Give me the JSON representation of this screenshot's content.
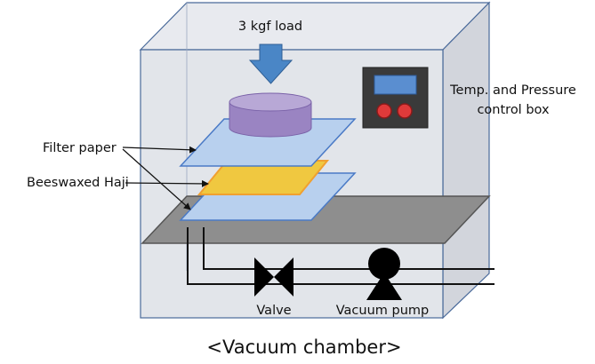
{
  "title": "<Vacuum chamber>",
  "labels": {
    "load": "3 kgf load",
    "filter_paper": "Filter paper",
    "beeswaxed_haji": "Beeswaxed Haji",
    "control_box_line1": "Temp. and Pressure",
    "control_box_line2": "control box",
    "valve": "Valve",
    "vacuum_pump": "Vacuum pump"
  },
  "colors": {
    "chamber_fill": "#dde0e6",
    "chamber_edge": "#4a6a9a",
    "load_arrow": "#4a86c6",
    "weight": "#a692c8",
    "filter_paper": "#b8d0ee",
    "haji": "#f0c840",
    "haji_edge": "#f0a030",
    "stage_plate": "#8e8e8e",
    "control_box": "#3a3a3a",
    "display": "#5a8ed0",
    "knob": "#e03a3a"
  },
  "icons": [
    "down-arrow-icon",
    "valve-icon",
    "vacuum-pump-icon",
    "knob-icon"
  ]
}
